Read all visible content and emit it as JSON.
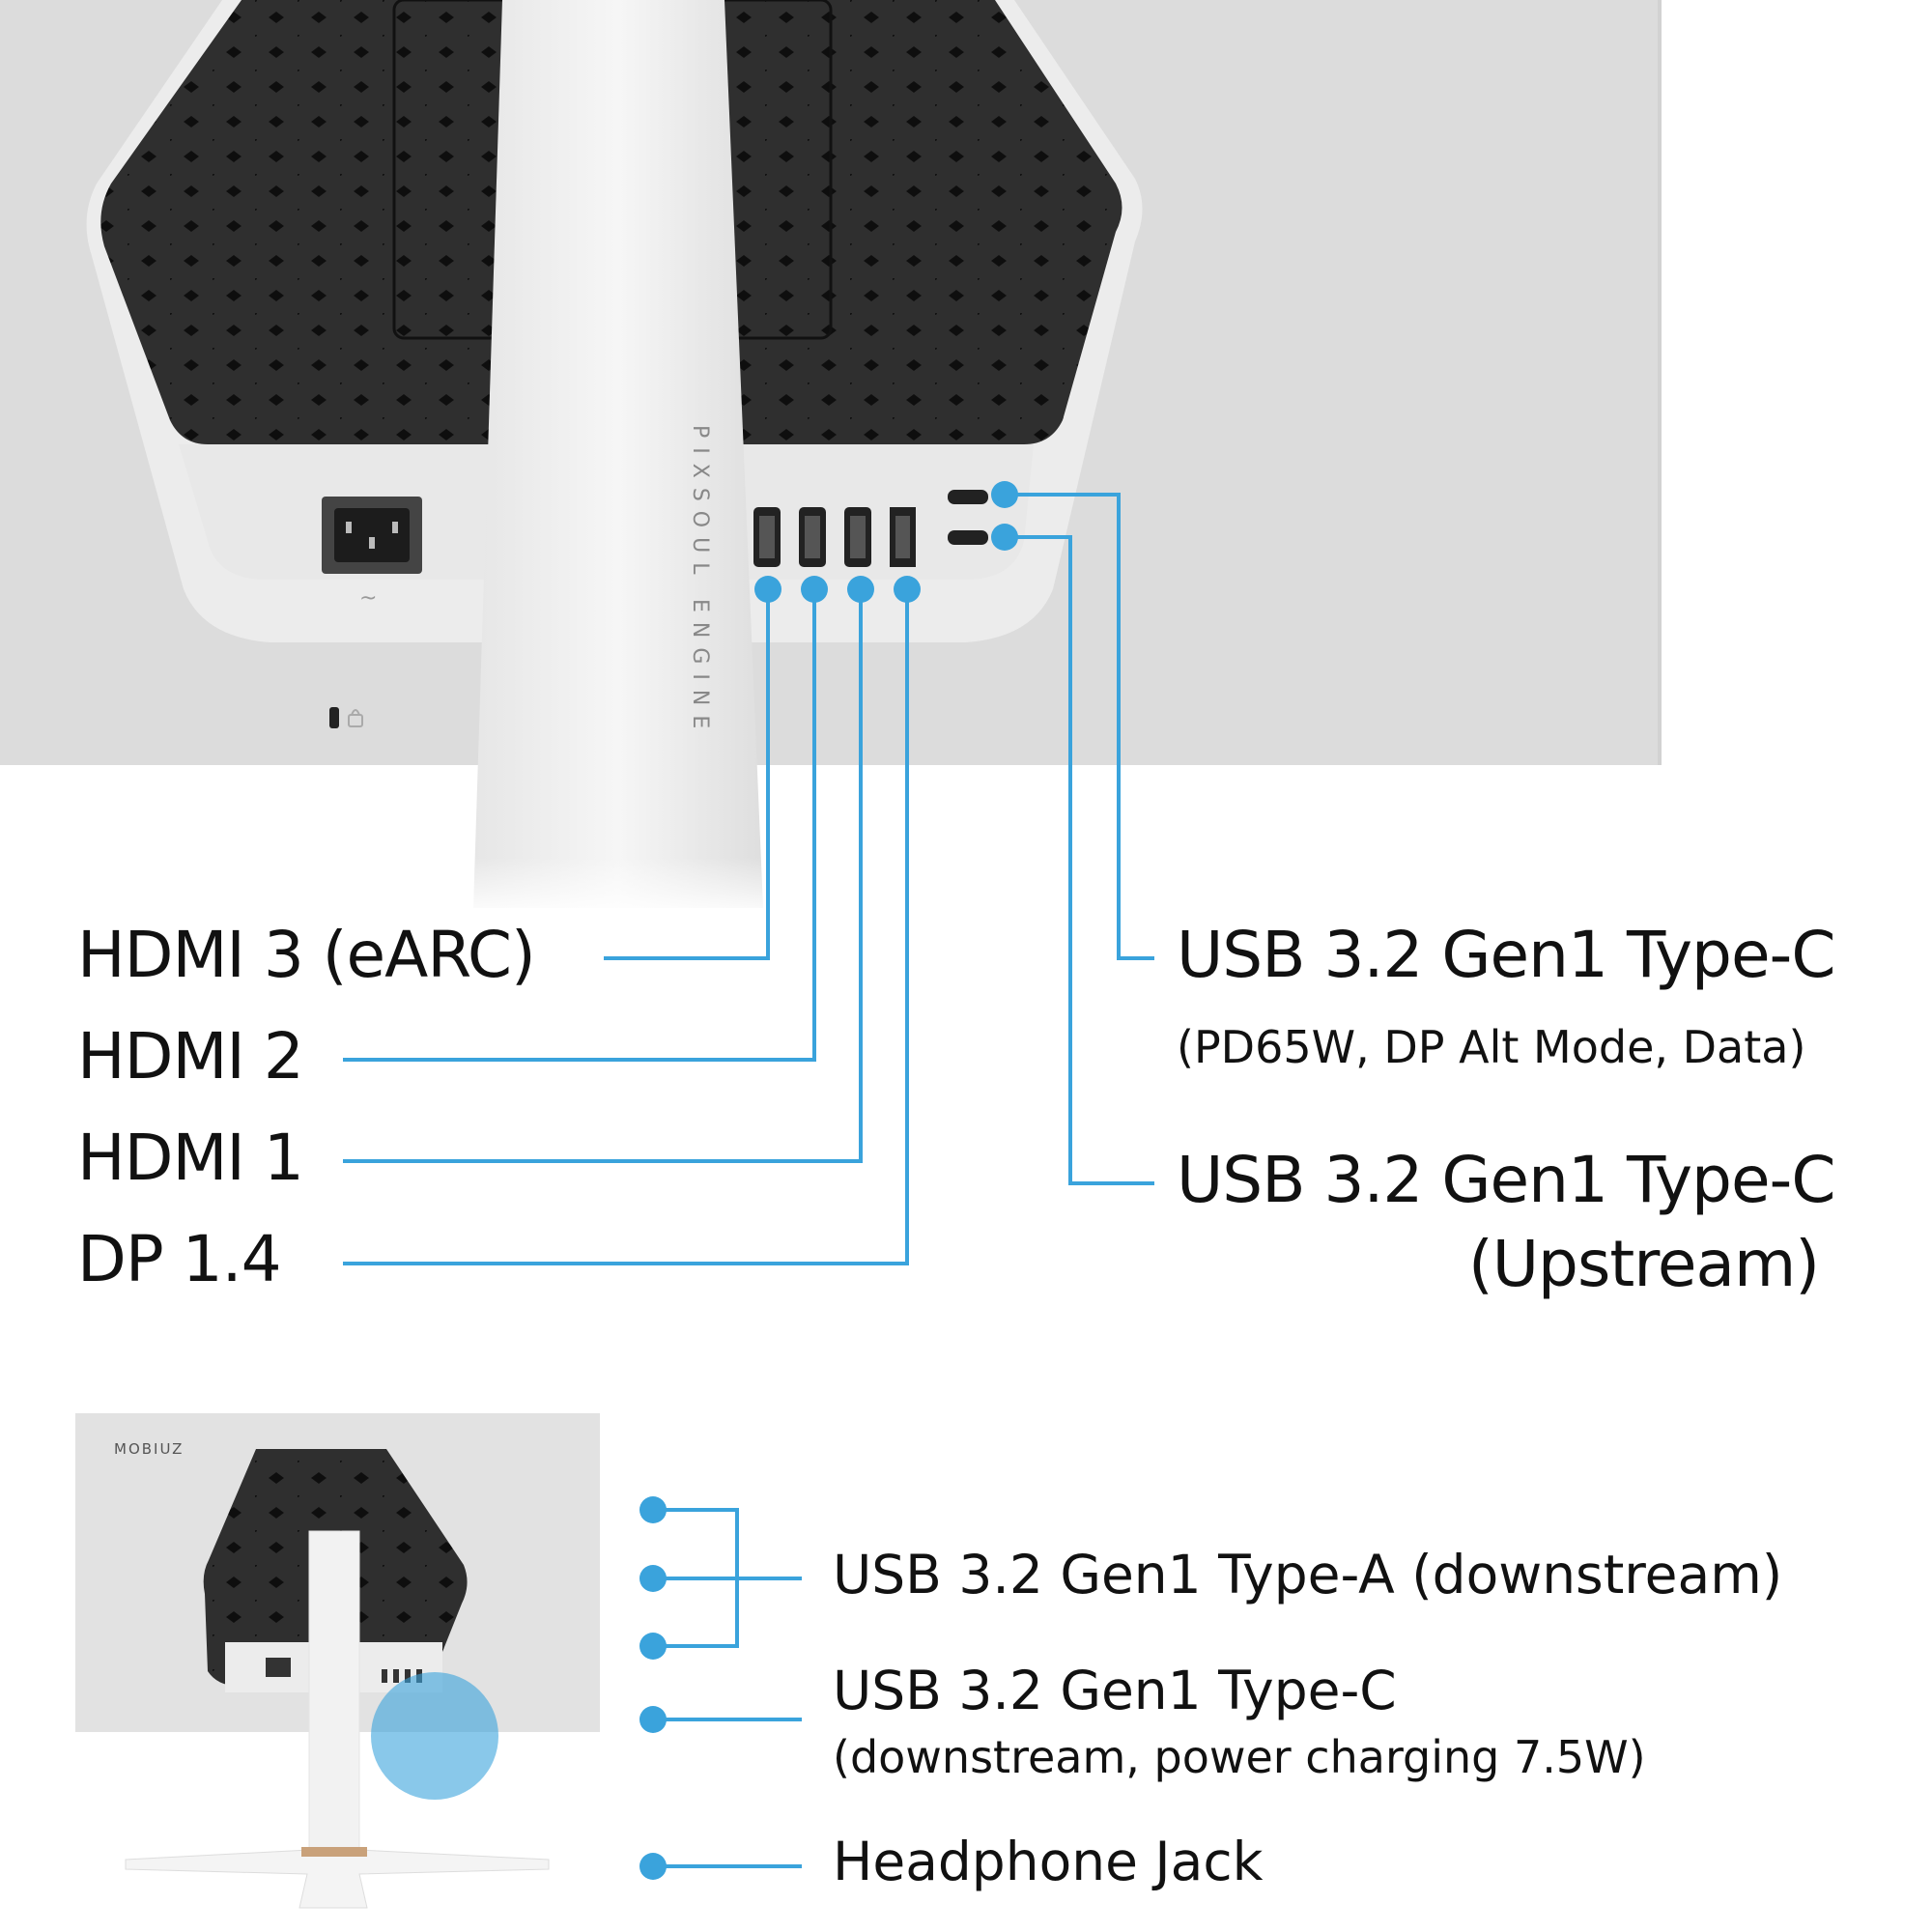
{
  "colors": {
    "accent": "#3aa3dc",
    "panel": "#dadada",
    "dark_plate": "#2e2e2e",
    "text": "#111111"
  },
  "stand_text": {
    "line1": "PIXSOUL",
    "line2": "ENGINE"
  },
  "mini_brand": "MOBIUZ",
  "port_labels": {
    "hdmi3": "HDMI 3 (eARC)",
    "hdmi2": "HDMI 2",
    "hdmi1": "HDMI 1",
    "dp": "DP 1.4",
    "usbc_pd_title": "USB 3.2 Gen1 Type-C",
    "usbc_pd_detail": "(PD65W, DP Alt Mode, Data)",
    "usbc_up_title": "USB 3.2 Gen1 Type-C",
    "usbc_up_detail": "(Upstream)"
  },
  "side_labels": {
    "usba": "USB 3.2 Gen1 Type-A (downstream)",
    "usbc_down_title": "USB 3.2 Gen1 Type-C",
    "usbc_down_detail": "(downstream, power charging 7.5W)",
    "headphone": "Headphone Jack"
  },
  "icons": [
    "power-inlet-icon",
    "lock-icon",
    "hdmi-port-icon",
    "displayport-icon",
    "usb-c-port-icon",
    "usb-a-port-icon",
    "headphone-jack-icon"
  ]
}
